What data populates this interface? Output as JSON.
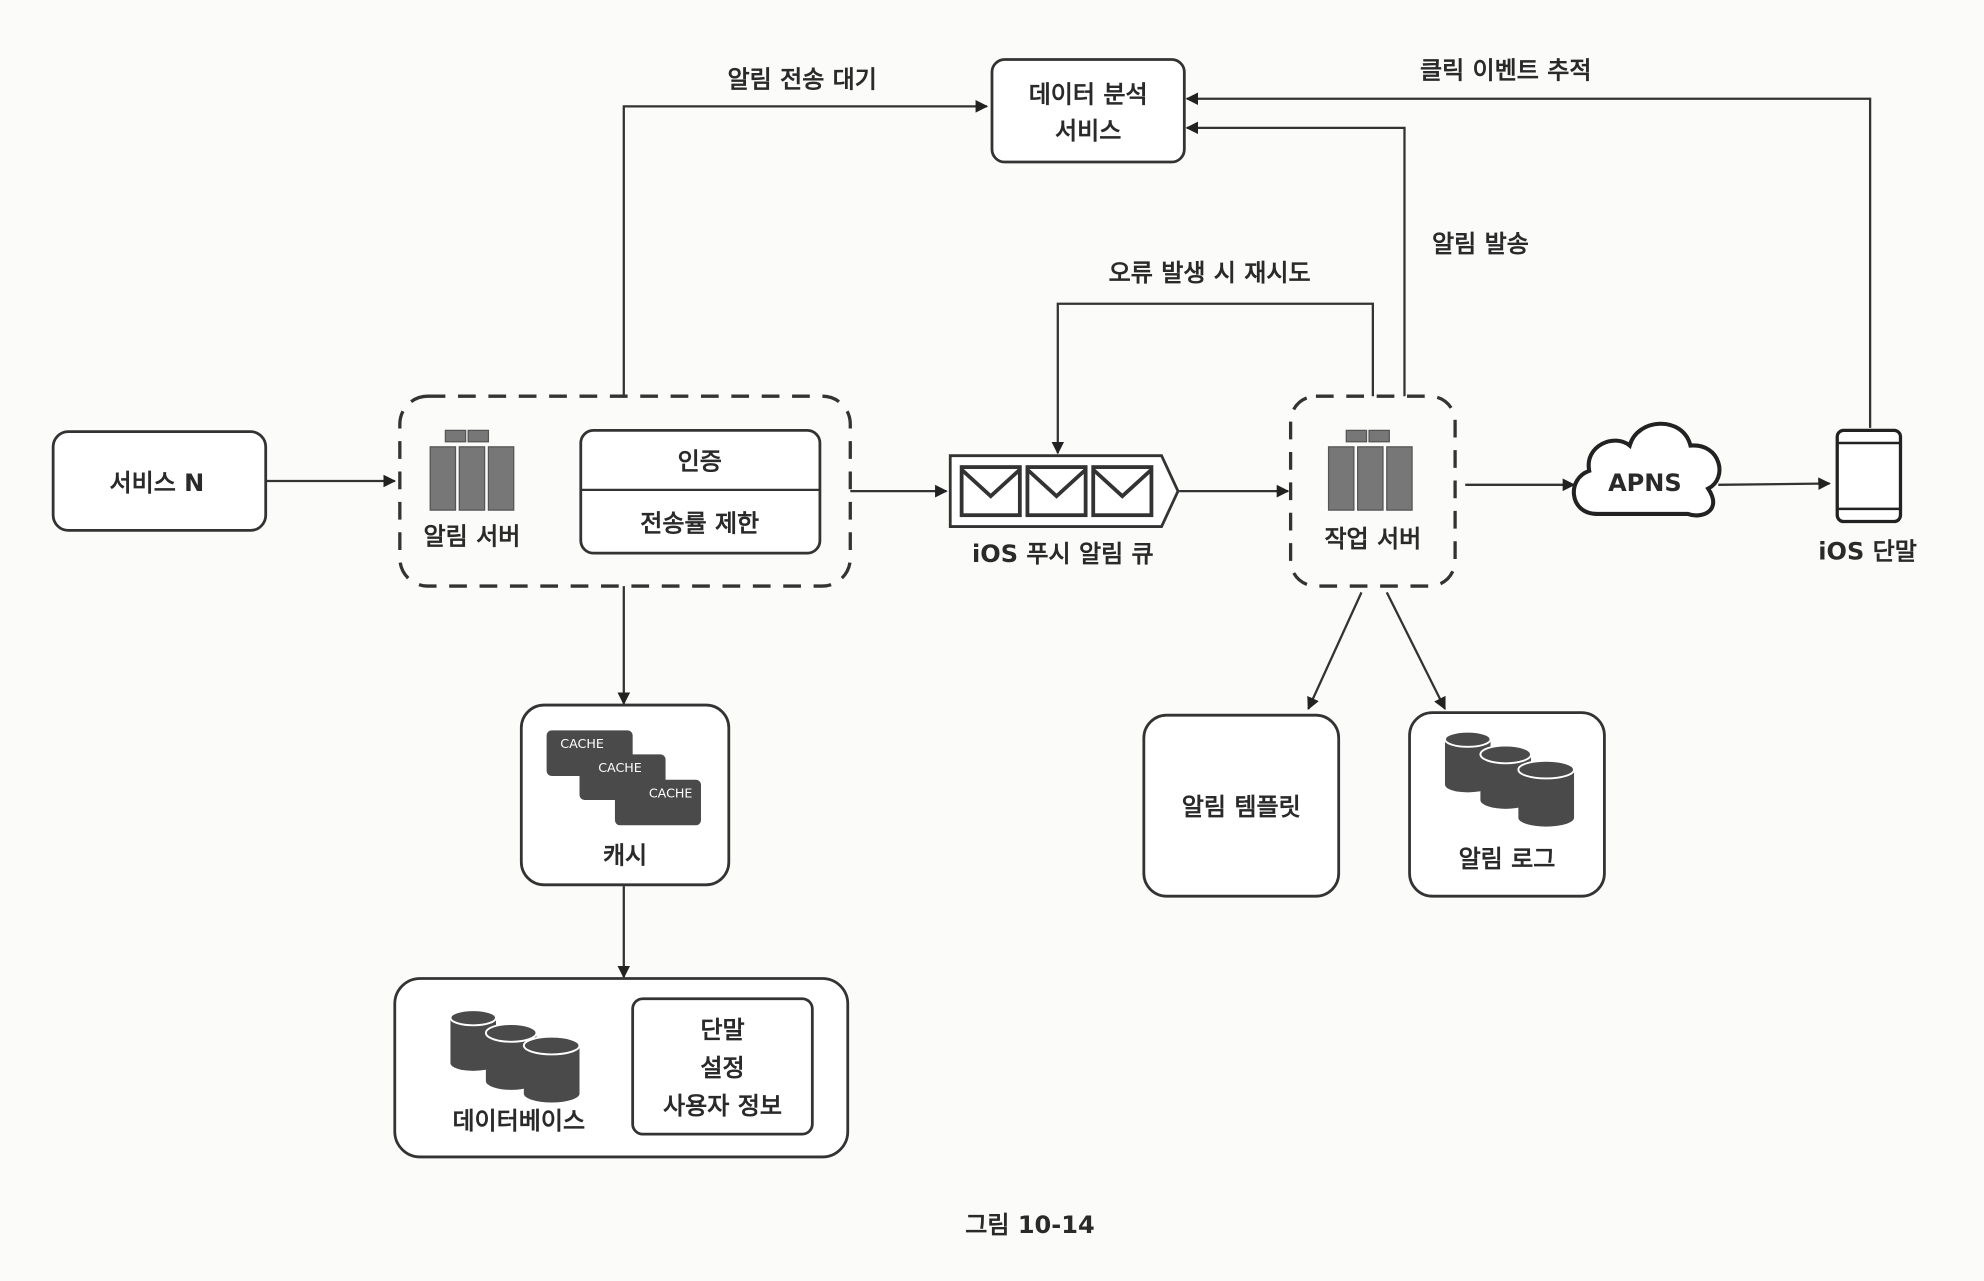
{
  "diagram": {
    "caption": "그림 10-14",
    "nodes": {
      "service_n": "서비스 N",
      "notification_server": "알림 서버",
      "auth": "인증",
      "rate_limit": "전송률 제한",
      "ios_queue": "iOS 푸시 알림 큐",
      "worker_server": "작업 서버",
      "apns": "APNS",
      "ios_device": "iOS 단말",
      "analytics_line1": "데이터 분석",
      "analytics_line2": "서비스",
      "cache": "캐시",
      "cache_item": "CACHE",
      "database": "데이터베이스",
      "db_info_1": "단말",
      "db_info_2": "설정",
      "db_info_3": "사용자 정보",
      "template": "알림 템플릿",
      "log": "알림 로그"
    },
    "edges": {
      "pending": "알림 전송 대기",
      "click_tracking": "클릭 이벤트 추적",
      "sent": "알림 발송",
      "retry": "오류 발생 시 재시도"
    }
  }
}
